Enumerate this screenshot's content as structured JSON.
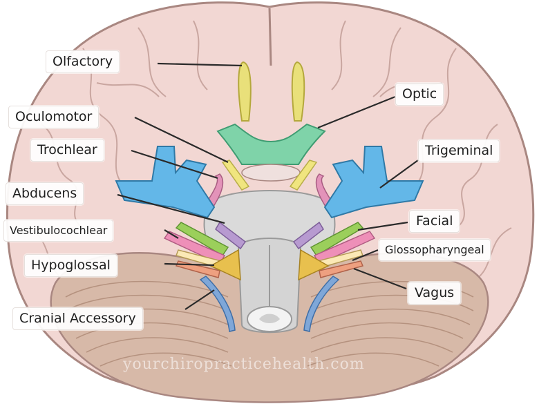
{
  "labels": {
    "olfactory": "Olfactory",
    "optic": "Optic",
    "oculomotor": "Oculomotor",
    "trochlear": "Trochlear",
    "trigeminal": "Trigeminal",
    "abducens": "Abducens",
    "facial": "Facial",
    "vestibulocochlear": "Vestibulocochlear",
    "glossopharyngeal": "Glossopharyngeal",
    "hypoglossal": "Hypoglossal",
    "vagus": "Vagus",
    "cranial_accessory": "Cranial Accessory"
  },
  "watermark": "yourchiropracticehealth.com",
  "colors": {
    "cortex": "#f2d7d3",
    "cortex_outline": "#a98781",
    "cerebellum": "#d7b9a8",
    "brainstem": "#dadada",
    "olfactory": "#e9e07a",
    "optic": "#7fd3a9",
    "oculomotor": "#f0e57f",
    "trochlear": "#e393b9",
    "trigeminal": "#63b7e8",
    "abducens": "#b79ad0",
    "facial": "#9bcf5b",
    "vestibulocochlear": "#ee8fb8",
    "glossopharyngeal": "#fbe9b6",
    "vagus": "#eea080",
    "accessory": "#7fa7d8",
    "hypoglossal": "#e8c04e"
  }
}
